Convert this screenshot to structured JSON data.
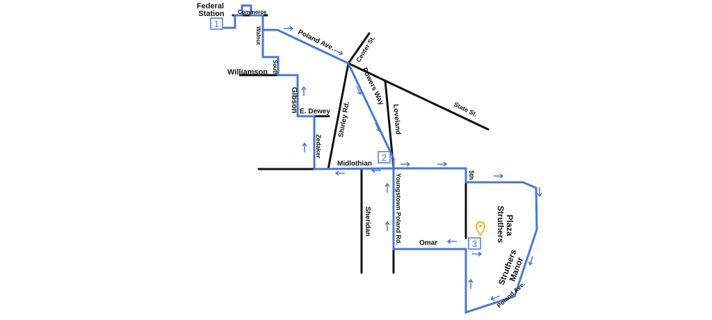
{
  "map": {
    "colors": {
      "route": "#4a78d0",
      "street": "#111111",
      "pin": "#f2b431",
      "background": "#ffffff"
    },
    "places": {
      "federal_station": "Federal\nStation",
      "struthers_plaza": "Struthers\nPlaza",
      "struthers_manor": "Struthers\nManor"
    },
    "streets": {
      "commerce": "Commerce",
      "walnut": "Walnut",
      "poland_ave_north": "Poland Ave.",
      "center_st": "Center St.",
      "williamson": "Williamson",
      "south": "South",
      "gibson": "Gibson",
      "e_dewey": "E. Dewey",
      "zedaker": "Zedaker",
      "powers_way": "Powers Way",
      "shirley_rd": "Shirley Rd.",
      "loveland": "Loveland",
      "state_st": "State St.",
      "midlothian": "Midlothian",
      "fifth": "5th",
      "sheridan": "Sheridan",
      "youngstown_poland_rd": "Youngstown Poland Rd.",
      "omar": "Omar",
      "poland_ave_south": "Poland Ave."
    },
    "stops": [
      "1",
      "2",
      "3"
    ],
    "icons": {
      "pin": "location-pin-icon",
      "arrow": "direction-arrow-icon"
    }
  }
}
